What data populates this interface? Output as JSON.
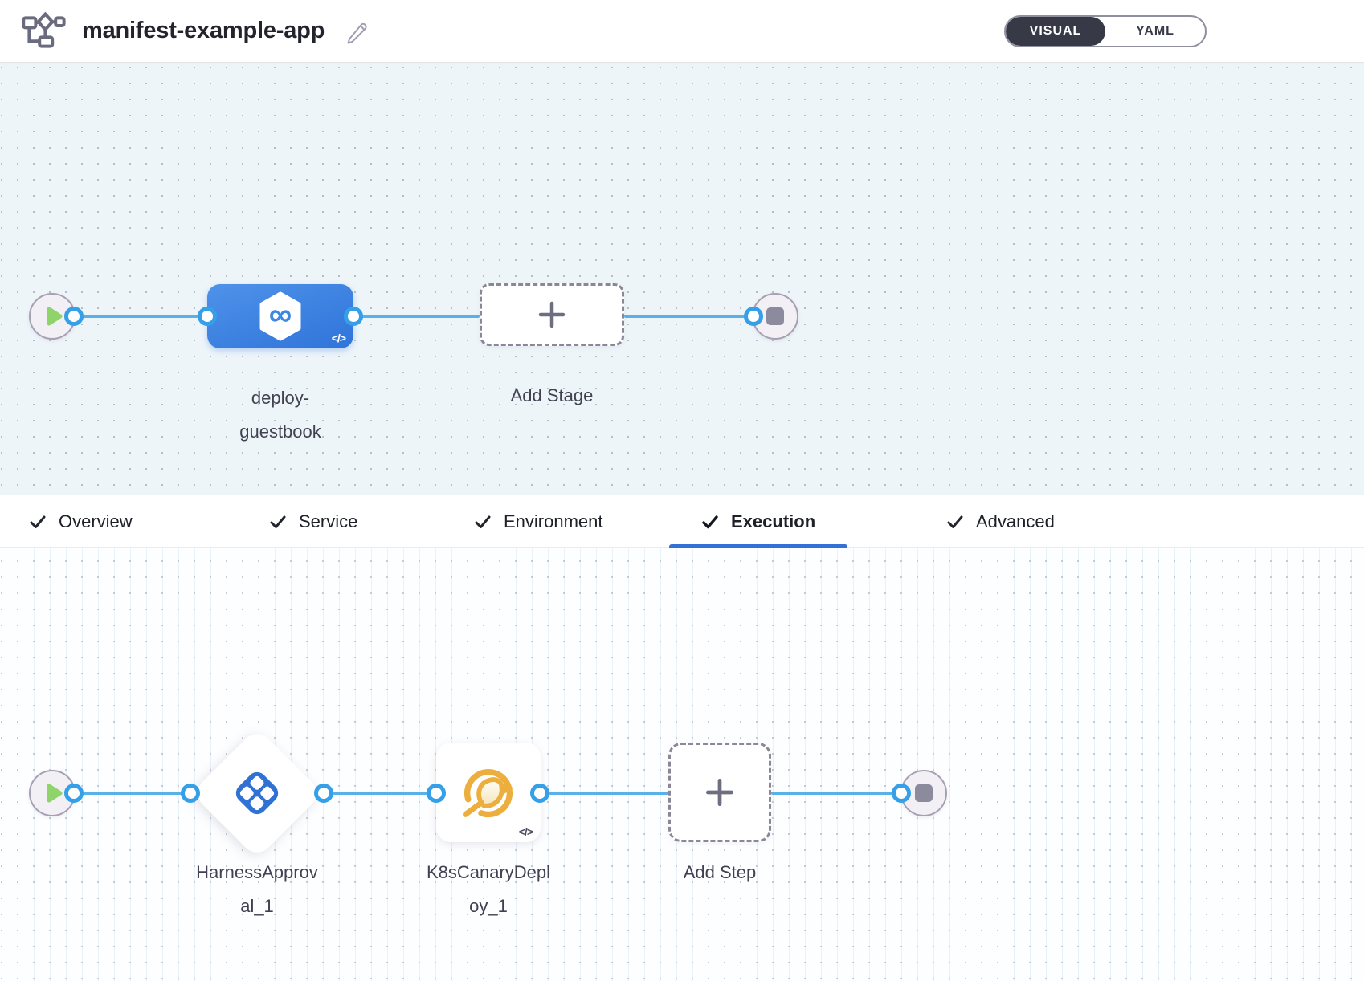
{
  "header": {
    "title": "manifest-example-app",
    "view_toggle": {
      "options": [
        "VISUAL",
        "YAML"
      ],
      "selected": "VISUAL"
    }
  },
  "stage_pipeline": {
    "start_node": "start",
    "end_node": "stop",
    "stages": [
      {
        "name": "deploy-guestbook",
        "label_lines": [
          "deploy-",
          "guestbook"
        ],
        "type": "cd-stage",
        "icon_glyph": "∞",
        "has_code_badge": true
      }
    ],
    "add_stage_label": "Add Stage"
  },
  "tabs": [
    {
      "label": "Overview",
      "checked": true,
      "active": false
    },
    {
      "label": "Service",
      "checked": true,
      "active": false
    },
    {
      "label": "Environment",
      "checked": true,
      "active": false
    },
    {
      "label": "Execution",
      "checked": true,
      "active": true
    },
    {
      "label": "Advanced",
      "checked": true,
      "active": false
    }
  ],
  "execution_pipeline": {
    "start_node": "start",
    "end_node": "stop",
    "steps": [
      {
        "name": "HarnessApproval_1",
        "label_lines": [
          "HarnessApprov",
          "al_1"
        ],
        "type": "harness-approval",
        "has_code_badge": false
      },
      {
        "name": "K8sCanaryDeploy_1",
        "label_lines": [
          "K8sCanaryDepl",
          "oy_1"
        ],
        "type": "k8s-canary-deploy",
        "has_code_badge": true
      }
    ],
    "add_step_label": "Add Step"
  },
  "badges": {
    "code": "</>"
  },
  "colors": {
    "stage_node_blue": "#3a80e0",
    "edge_blue": "#5ab1e8",
    "port_ring_blue": "#359fe8",
    "active_tab_underline": "#3371d6",
    "play_green": "#8fd36b",
    "approval_icon_blue": "#2f72d3",
    "canary_yellow": "#ecae3d",
    "toggle_dark": "#383946",
    "canvas_top_bg": "#edf5f9",
    "canvas_bottom_bg": "#fdfeff"
  }
}
